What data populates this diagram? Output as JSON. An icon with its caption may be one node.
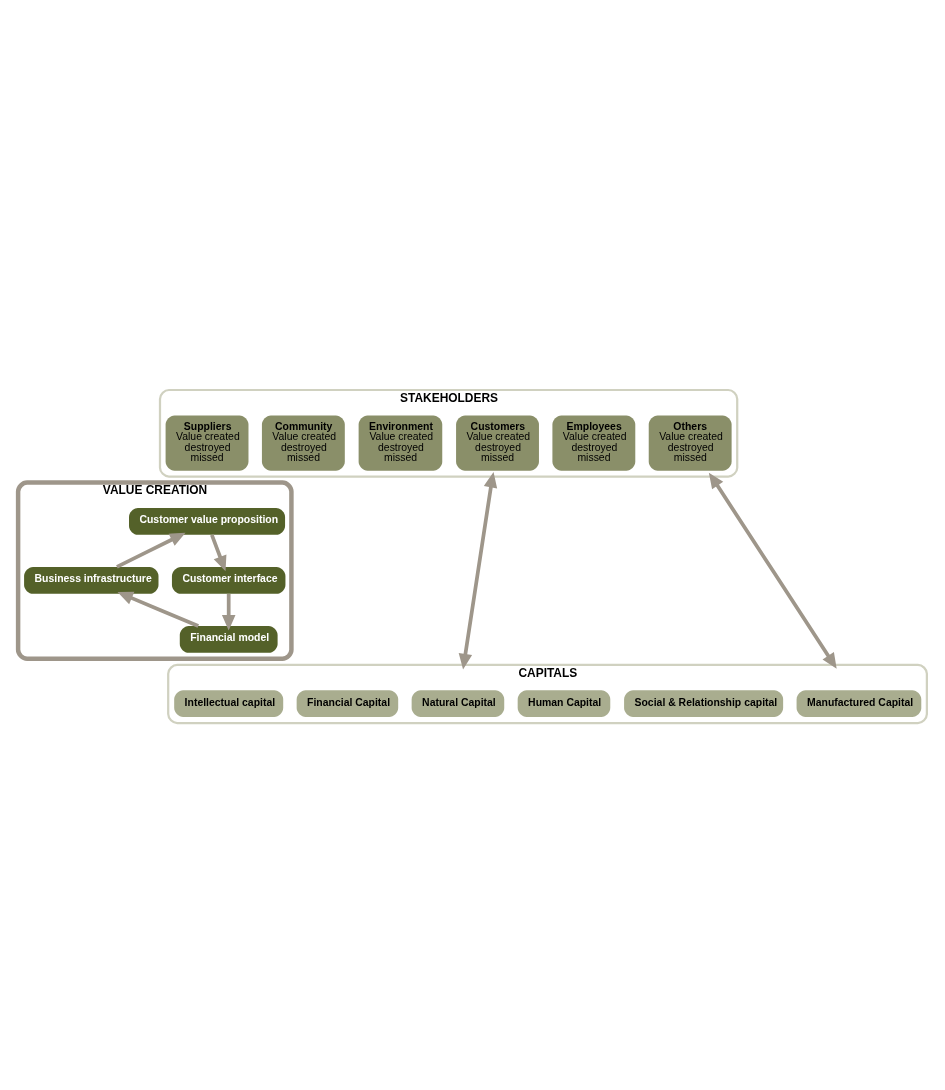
{
  "diagram": {
    "nodes": [
      {
        "text": [
          "STAKEHOLDERS"
        ]
      },
      {
        "text": [
          "Customers",
          "Value created",
          "destroyed",
          "missed"
        ],
        "in": 0
      },
      {
        "text": [
          "Employees",
          "Value created",
          "destroyed",
          "missed"
        ],
        "in": 0
      },
      {
        "text": [
          "Suppliers",
          "Value created",
          "destroyed",
          "missed"
        ],
        "in": 0
      },
      {
        "text": [
          "Community",
          "Value created",
          "destroyed",
          "missed"
        ],
        "in": 0
      },
      {
        "text": [
          "Environment",
          "Value created",
          "destroyed",
          "missed"
        ],
        "in": 0
      },
      {
        "text": [
          "Others",
          "Value created",
          "destroyed",
          "missed"
        ],
        "in": 0
      },
      {
        "text": [
          "VALUE CREATION"
        ]
      },
      {
        "text": [
          "Customer value proposition"
        ],
        "in": 7
      },
      {
        "text": [
          "Business infrastructure"
        ],
        "in": 7
      },
      {
        "text": [
          "Customer interface"
        ],
        "in": 7
      },
      {
        "text": [
          "Financial model"
        ],
        "in": 7
      },
      {
        "text": [
          "CAPITALS"
        ]
      },
      {
        "text": [
          "Natural Capital"
        ],
        "in": 12
      },
      {
        "text": [
          "Human Capital"
        ],
        "in": 12
      },
      {
        "text": [
          "Social & Relationship capital"
        ],
        "in": 12
      },
      {
        "text": [
          "Intellectual capital"
        ],
        "in": 12
      },
      {
        "text": [
          "Financial Capital"
        ],
        "in": 12
      },
      {
        "text": [
          "Manufactured Capital"
        ],
        "in": 12
      }
    ],
    "edges": [
      {
        "from": 9,
        "to": 8,
        "arrow": "to"
      },
      {
        "from": 8,
        "to": 10,
        "arrow": "to"
      },
      {
        "from": 10,
        "to": 11,
        "arrow": "to"
      },
      {
        "from": 11,
        "to": 9,
        "arrow": "to"
      },
      {
        "from": 0,
        "to": 12,
        "arrow": "both"
      },
      {
        "from": 0,
        "to": 12,
        "arrow": "both"
      }
    ]
  }
}
